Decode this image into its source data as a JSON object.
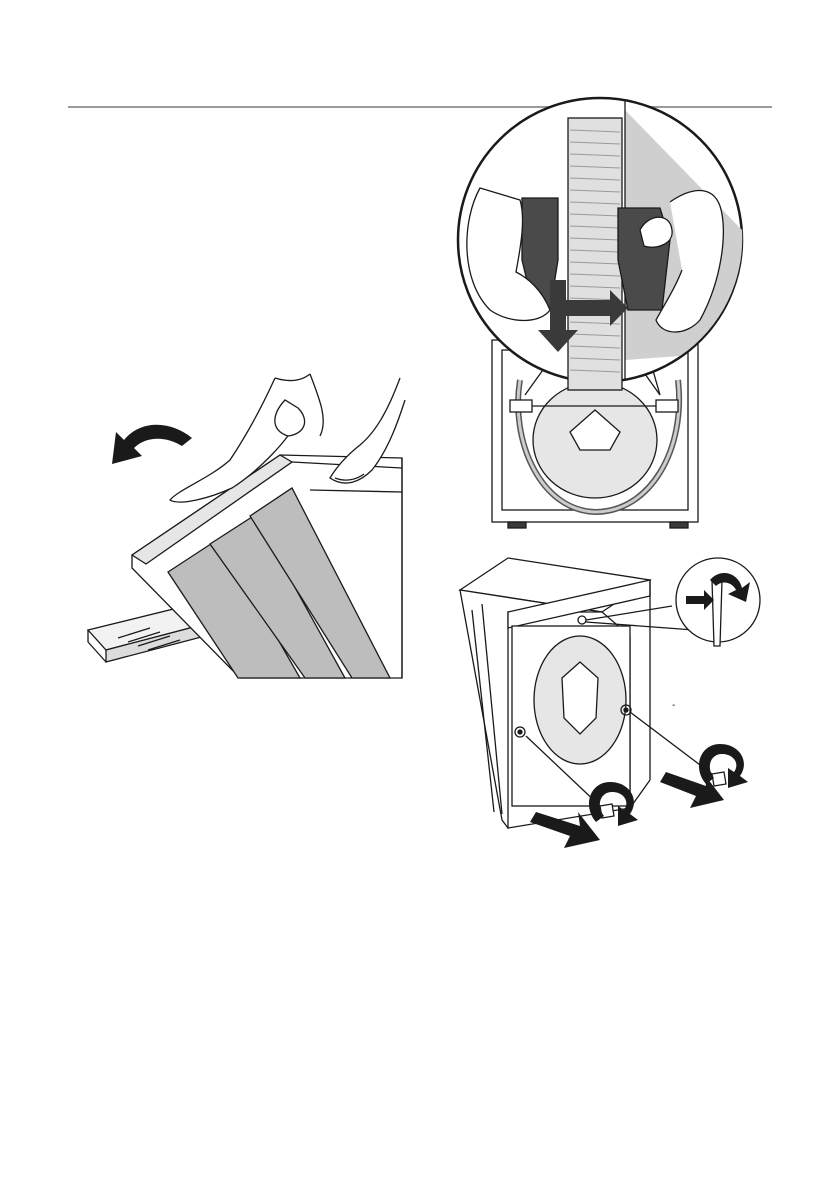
{
  "page": {
    "background": "#ffffff"
  },
  "header": {
    "rule_color": "#9a9a9a"
  },
  "figures": [
    {
      "id": "lid-removal",
      "icons": [
        "hands-icon",
        "machine-top-panel-icon",
        "curved-arrow-icon",
        "removed-drawer-icon"
      ]
    },
    {
      "id": "hose-clip-release",
      "icons": [
        "magnifier-circle-icon",
        "hose-icon",
        "clip-icon",
        "double-arrow-icon",
        "machine-rear-icon"
      ]
    },
    {
      "id": "transit-bolt-removal",
      "icons": [
        "machine-rear-icon",
        "wrench-icon",
        "rotate-arrow-icon",
        "pull-arrow-icon",
        "bolt-icon"
      ]
    }
  ],
  "colors": {
    "line": "#1a1a1a",
    "fill_light": "#e6e6e6",
    "fill_mid": "#bdbdbd",
    "fill_dark": "#3a3a3a",
    "clip": "#4a4a4a"
  },
  "labels": {
    "small_mark": "-"
  }
}
